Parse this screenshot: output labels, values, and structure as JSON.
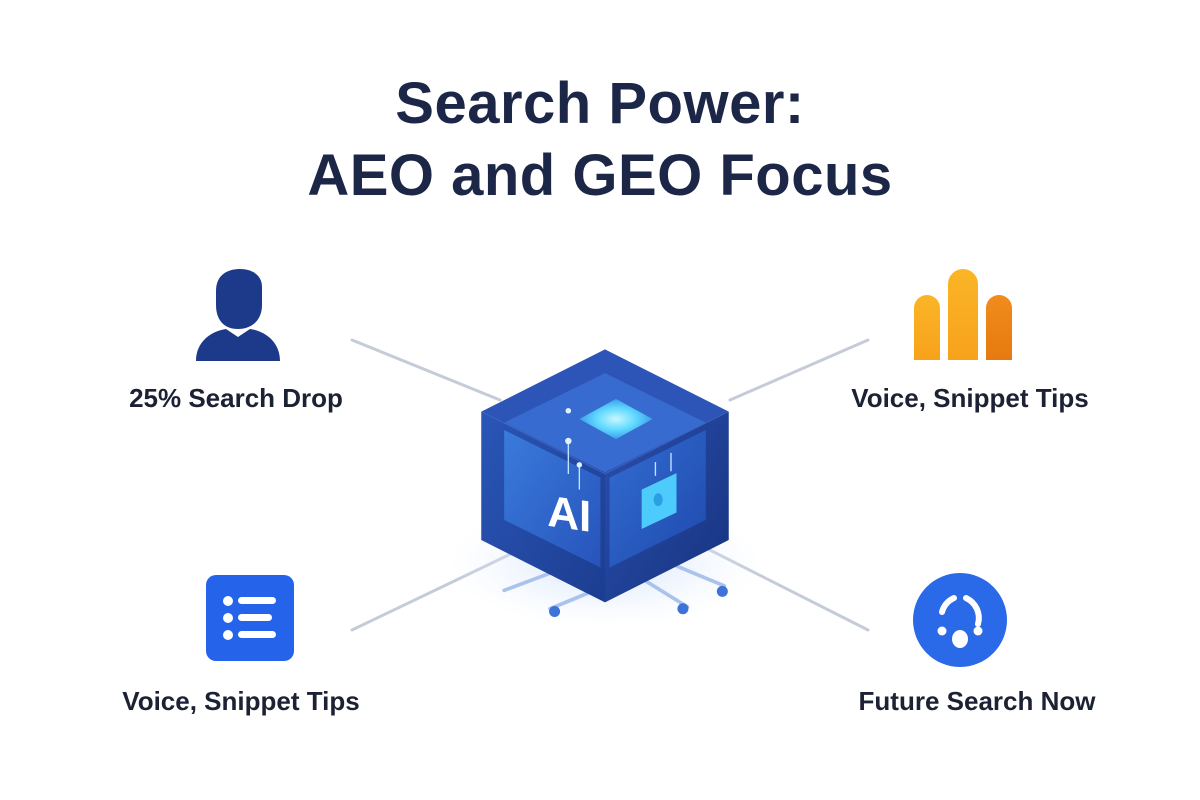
{
  "title": {
    "line1": "Search Power:",
    "line2": "AEO and GEO Focus"
  },
  "center": {
    "icon": "ai-cube-icon",
    "text": "AI",
    "secondary_icon": "lock-icon"
  },
  "nodes": [
    {
      "position": "top-left",
      "icon": "user-icon",
      "label": "25% Search Drop",
      "color": "#1d3a8a"
    },
    {
      "position": "top-right",
      "icon": "bar-chart-icon",
      "label": "Voice, Snippet Tips",
      "color": "#f5a623"
    },
    {
      "position": "bottom-left",
      "icon": "list-icon",
      "label": "Voice, Snippet Tips",
      "color": "#2563eb"
    },
    {
      "position": "bottom-right",
      "icon": "voice-signal-icon",
      "label": "Future Search Now",
      "color": "#2a6ae8"
    }
  ],
  "colors": {
    "title": "#1c2646",
    "label": "#1c2233",
    "connector": "#c5ccd8",
    "cube_dark": "#1c3f94",
    "cube_mid": "#2d62c8",
    "cube_glow": "#5fd8ff"
  }
}
